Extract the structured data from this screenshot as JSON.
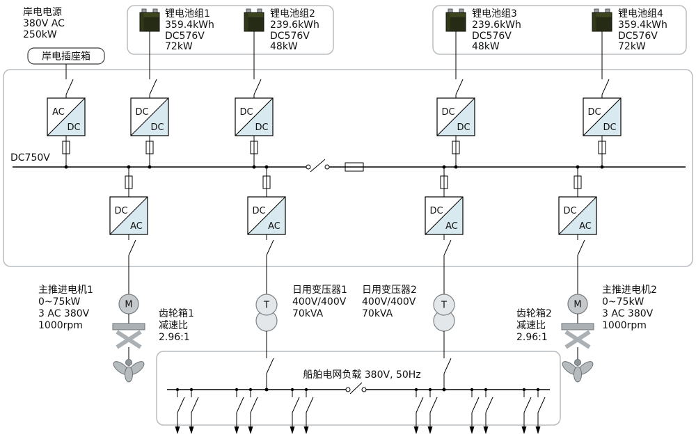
{
  "diagram": {
    "shore": {
      "name": "岸电电源",
      "voltage": "380V AC",
      "power": "250kW",
      "socket": "岸电插座箱"
    },
    "bus": {
      "label": "DC750V"
    },
    "batteries": [
      {
        "name": "锂电池组1",
        "capacity": "359.4kWh",
        "voltage": "DC576V",
        "power": "72kW"
      },
      {
        "name": "锂电池组2",
        "capacity": "239.6kWh",
        "voltage": "DC576V",
        "power": "48kW"
      },
      {
        "name": "锂电池组3",
        "capacity": "239.6kWh",
        "voltage": "DC576V",
        "power": "48kW"
      },
      {
        "name": "锂电池组4",
        "capacity": "359.4kWh",
        "voltage": "DC576V",
        "power": "72kW"
      }
    ],
    "labels": {
      "ac": "AC",
      "dc": "DC",
      "motor": "M",
      "transformer": "T"
    },
    "motors": [
      {
        "name": "主推进电机1",
        "power": "0~75kW",
        "voltage": "3 AC 380V",
        "speed": "1000rpm"
      },
      {
        "name": "主推进电机2",
        "power": "0~75kW",
        "voltage": "3 AC 380V",
        "speed": "1000rpm"
      }
    ],
    "gearboxes": [
      {
        "name": "齿轮箱1",
        "label": "减速比",
        "ratio": "2.96:1"
      },
      {
        "name": "齿轮箱2",
        "label": "减速比",
        "ratio": "2.96:1"
      }
    ],
    "transformers": [
      {
        "name": "日用变压器1",
        "ratio": "400V/400V",
        "power": "70kVA"
      },
      {
        "name": "日用变压器2",
        "ratio": "400V/400V",
        "power": "70kVA"
      }
    ],
    "load": {
      "label": "船舶电网负载 380V, 50Hz"
    }
  },
  "colors": {
    "converter_fill": "#d8e9f0",
    "line": "#000000",
    "frame": "#b9bdc0"
  }
}
